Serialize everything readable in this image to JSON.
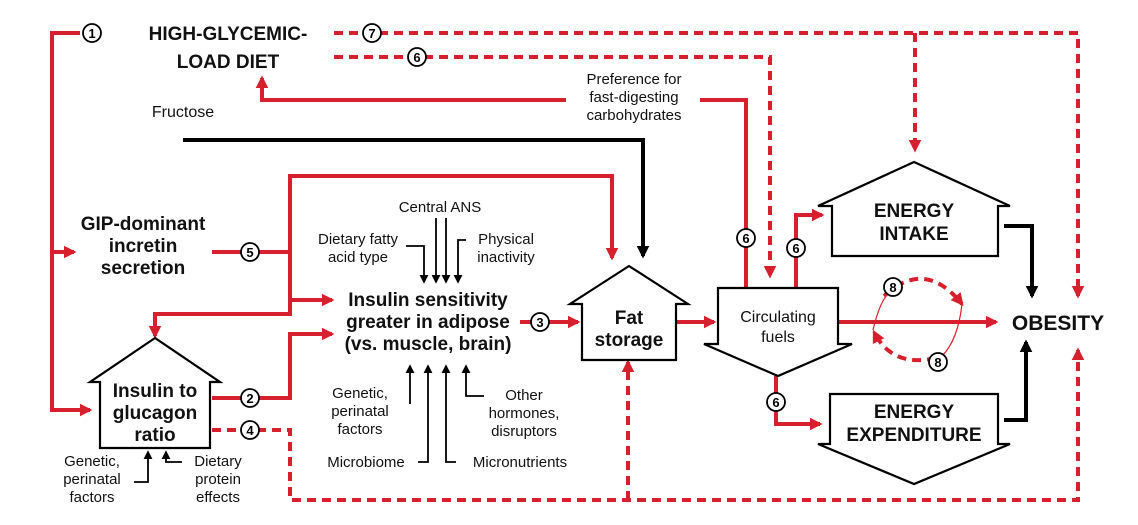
{
  "nodes": {
    "diet": [
      "HIGH-GLYCEMIC-",
      "LOAD DIET"
    ],
    "fructose": "Fructose",
    "preference": [
      "Preference for",
      "fast-digesting",
      "carbohydrates"
    ],
    "gip": [
      "GIP-dominant",
      "incretin",
      "secretion"
    ],
    "central_ans": "Central ANS",
    "dietary_fatty": [
      "Dietary fatty",
      "acid type"
    ],
    "physical": [
      "Physical",
      "inactivity"
    ],
    "insulin_sensitivity": [
      "Insulin sensitivity",
      "greater in adipose",
      "(vs. muscle, brain)"
    ],
    "fat_storage": [
      "Fat",
      "storage"
    ],
    "circulating": [
      "Circulating",
      "fuels"
    ],
    "energy_intake": [
      "ENERGY",
      "INTAKE"
    ],
    "energy_expenditure": [
      "ENERGY",
      "EXPENDITURE"
    ],
    "obesity": "OBESITY",
    "insulin_ratio": [
      "Insulin to",
      "glucagon",
      "ratio"
    ],
    "genetic_left": [
      "Genetic,",
      "perinatal",
      "factors"
    ],
    "dietary_protein": [
      "Dietary",
      "protein",
      "effects"
    ],
    "genetic_mid": [
      "Genetic,",
      "perinatal",
      "factors"
    ],
    "microbiome": "Microbiome",
    "micronutrients": "Micronutrients",
    "other_hormones": [
      "Other",
      "hormones,",
      "disruptors"
    ]
  },
  "markers": {
    "m1": "1",
    "m2": "2",
    "m3": "3",
    "m4": "4",
    "m5": "5",
    "m6a": "6",
    "m6b": "6",
    "m6c": "6",
    "m6d": "6",
    "m7": "7",
    "m8a": "8",
    "m8b": "8"
  },
  "colors": {
    "accent": "#d6202e",
    "ink": "#000000"
  }
}
